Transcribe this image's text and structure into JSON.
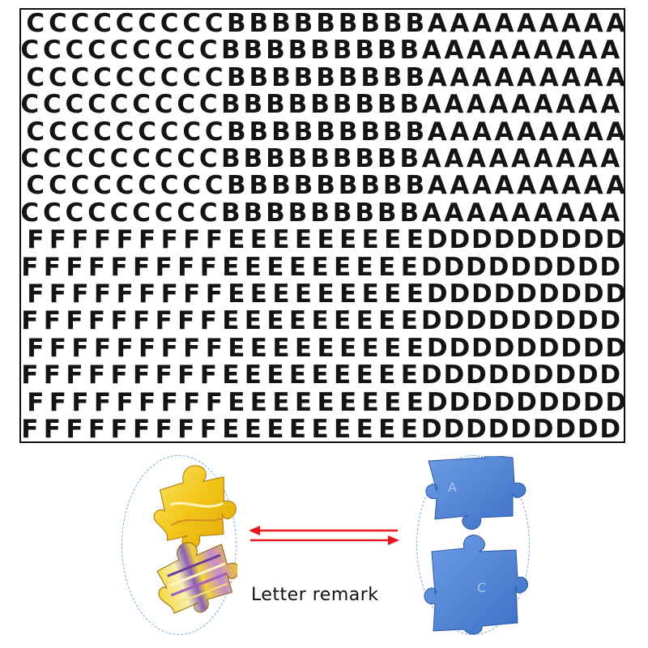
{
  "grid": {
    "top_blocks": [
      "C",
      "B",
      "A"
    ],
    "bottom_blocks": [
      "F",
      "E",
      "D"
    ],
    "top_rows": 8,
    "bottom_rows": 8,
    "letters_per_block": 9
  },
  "remark_label": "Letter remark",
  "pieces": {
    "left_description": "yellow-striped-puzzle-pieces",
    "right_description": "blue-puzzle-pieces",
    "right_piece_letters": [
      "A",
      "C"
    ]
  },
  "colors": {
    "arrow": "#e8161b",
    "oval_border": "#6fa8dc",
    "yellow_piece": "#f4d21c",
    "blue_piece": "#4f86d6"
  }
}
